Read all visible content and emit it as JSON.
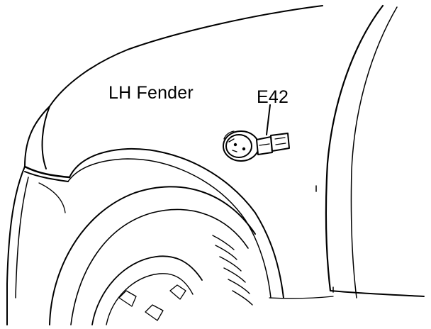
{
  "diagram": {
    "labels": {
      "fender": "LH Fender",
      "component_code": "E42"
    },
    "colors": {
      "line": "#000000",
      "background": "#ffffff"
    },
    "parts": [
      "fender-outline",
      "wheel-arch",
      "tire",
      "wheel-rim",
      "side-marker-lamp",
      "connector"
    ]
  }
}
